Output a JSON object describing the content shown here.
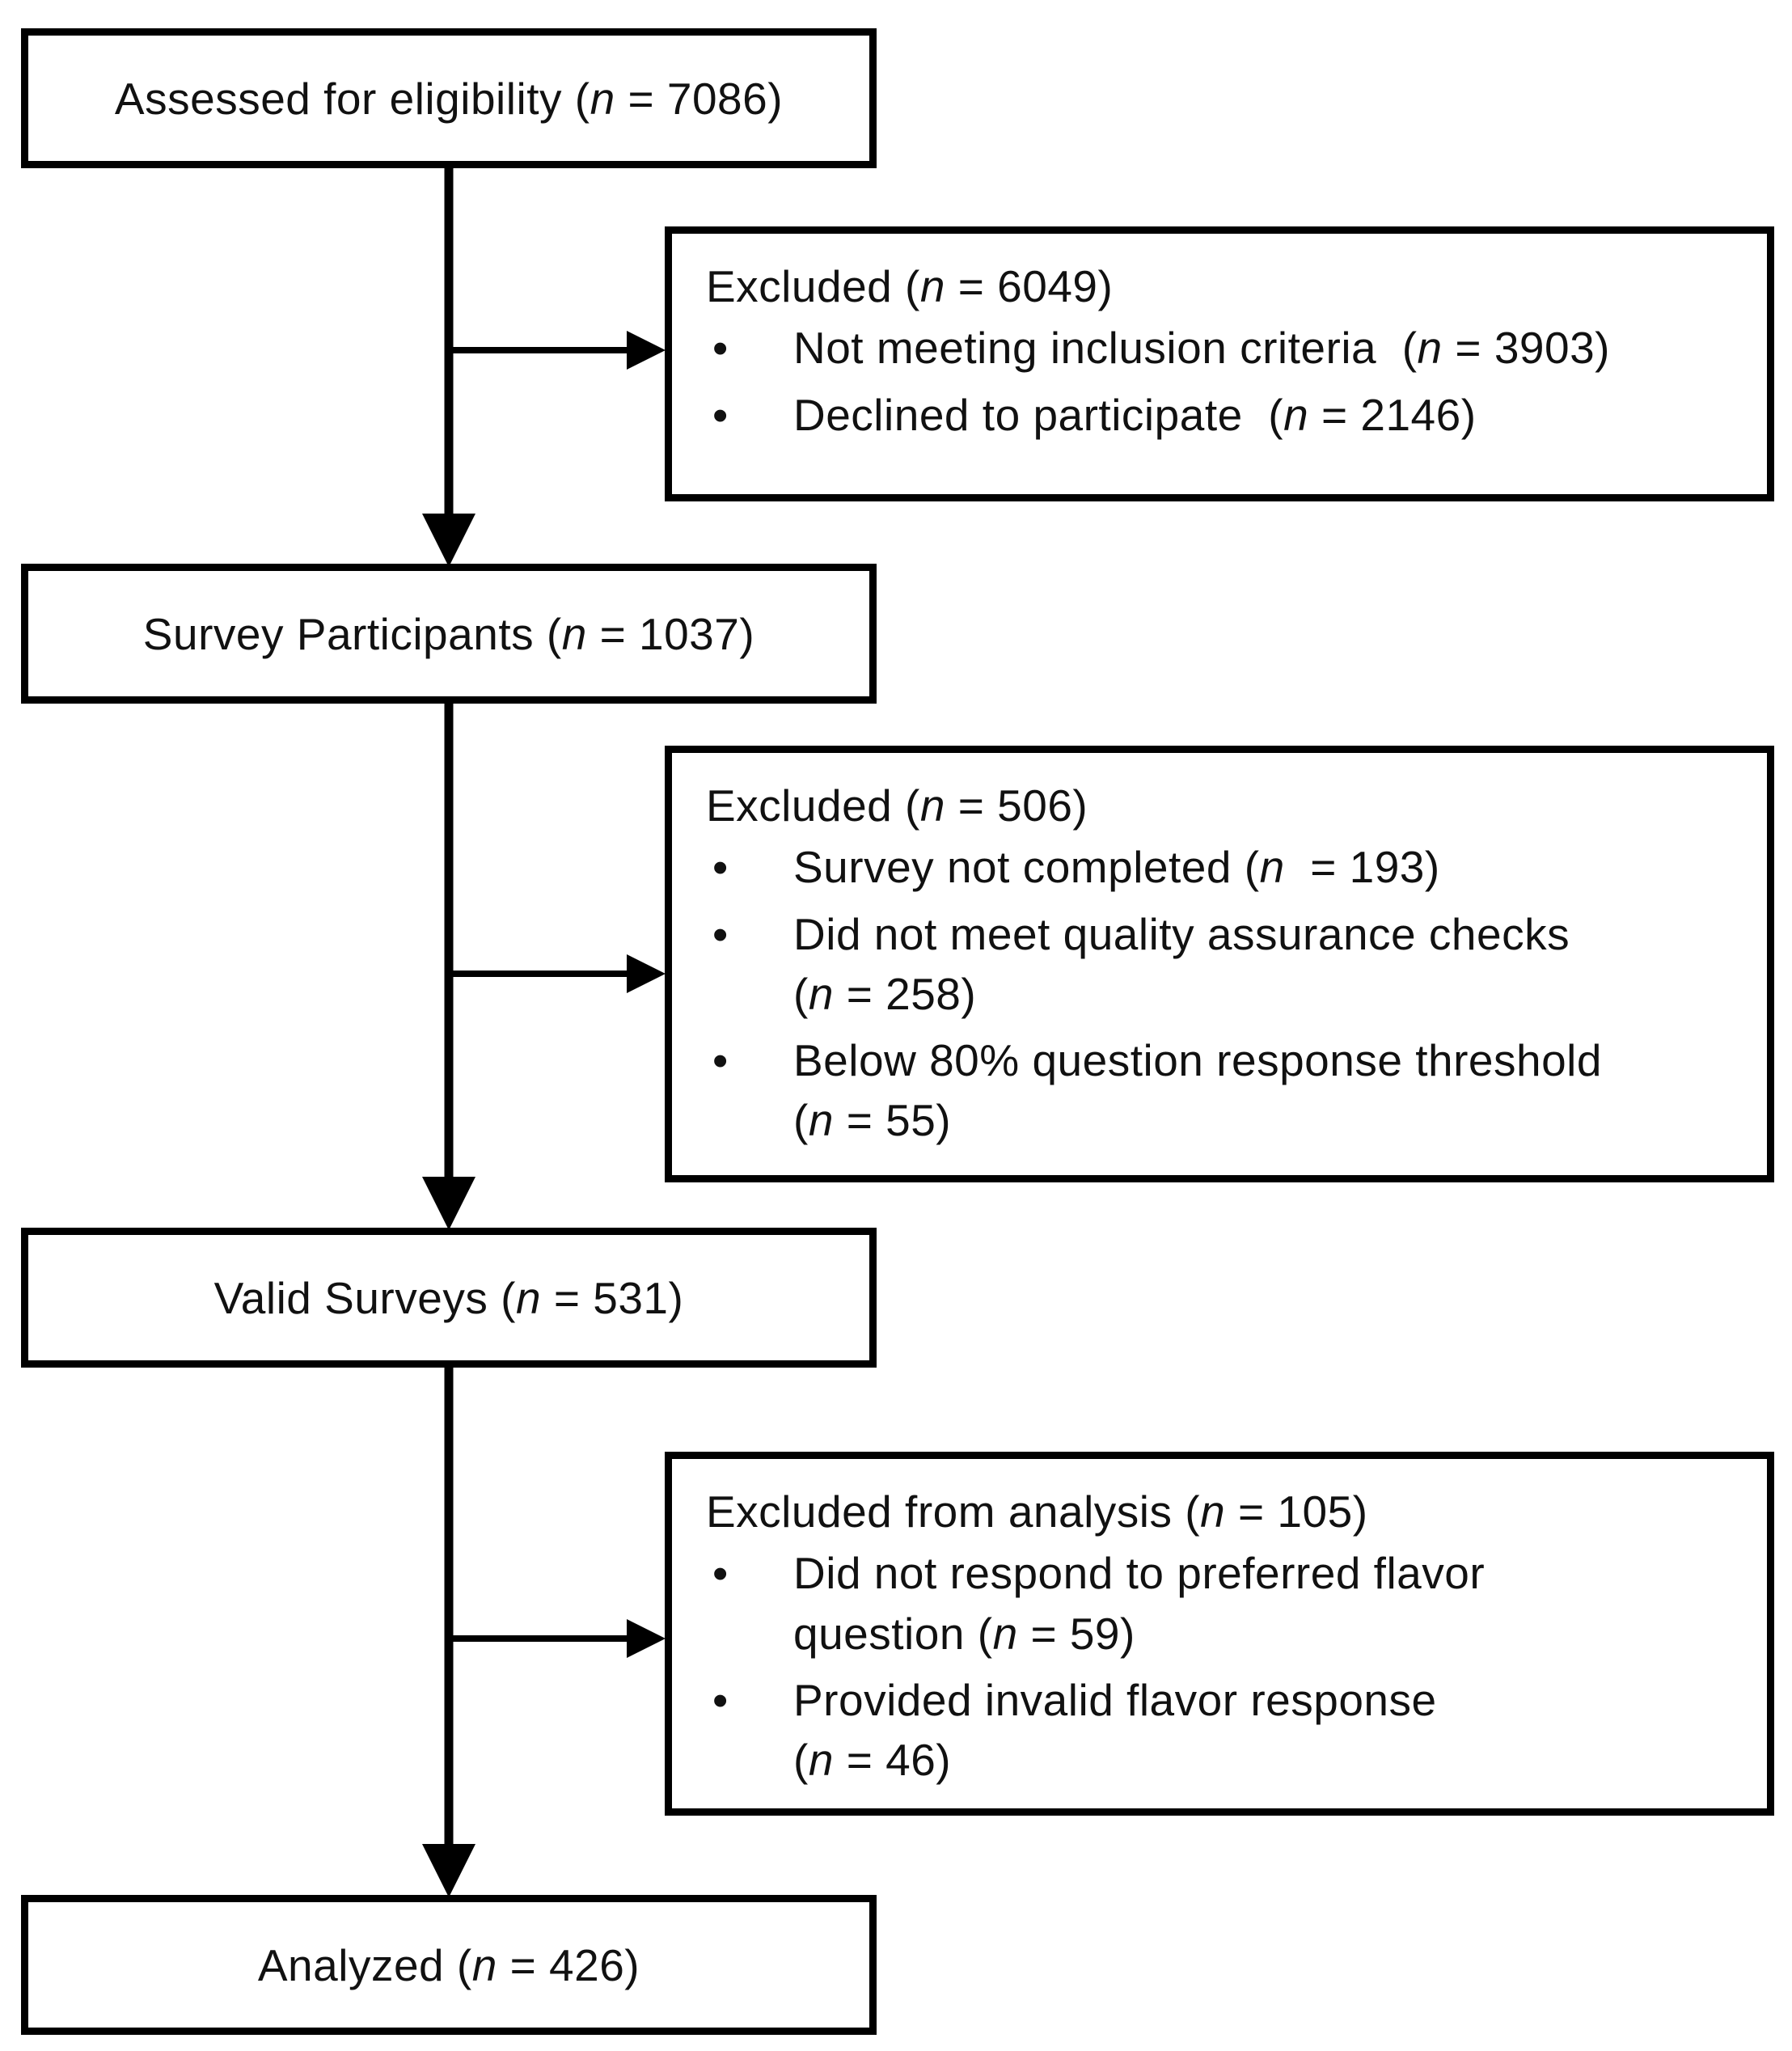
{
  "boxes": {
    "assessed": {
      "label": "Assessed for eligibility",
      "n": "7086"
    },
    "survey": {
      "label": "Survey Participants",
      "n": "1037"
    },
    "valid": {
      "label": "Valid Surveys",
      "n": "531"
    },
    "analyzed": {
      "label": "Analyzed",
      "n": "426"
    }
  },
  "exclusions": [
    {
      "title": "Excluded",
      "n": "6049",
      "items": [
        {
          "text": "Not meeting  inclusion criteria",
          "n": "3903"
        },
        {
          "text": "Declined  to participate",
          "n": "2146"
        }
      ]
    },
    {
      "title": "Excluded",
      "n": "506",
      "items": [
        {
          "text": "Survey  not completed",
          "n": "193"
        },
        {
          "text": "Did  not meet quality  assurance  checks",
          "n": "258"
        },
        {
          "text": "Below  80% question  response  threshold",
          "n": "55"
        }
      ]
    },
    {
      "title": "Excluded from  analysis",
      "n": "105",
      "items": [
        {
          "text": "Did  not respond  to preferred  flavor question",
          "n": "59"
        },
        {
          "text": "Provided  invalid  flavor  response",
          "n": "46"
        }
      ]
    }
  ],
  "labels": {
    "n_symbol": "n",
    "equals": "=",
    "bullet": "•"
  }
}
